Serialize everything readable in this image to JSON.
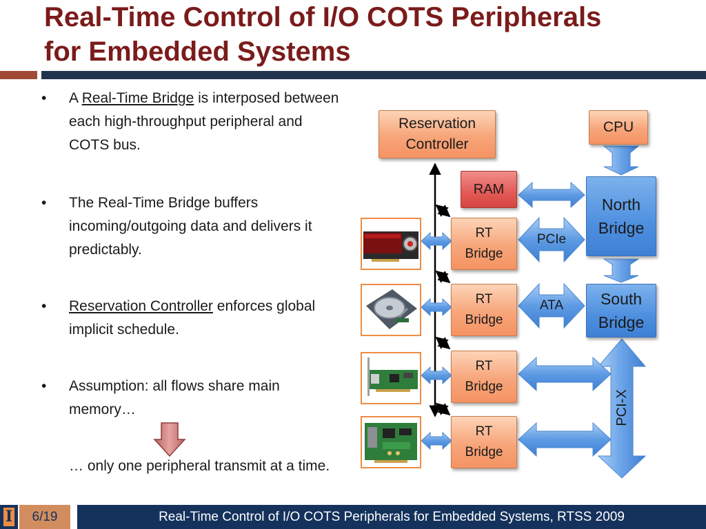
{
  "title": {
    "line1": "Real-Time Control of I/O COTS Peripherals",
    "line2": "for Embedded Systems"
  },
  "bullets": [
    {
      "pre": "A ",
      "link": "Real-Time Bridge",
      "post": " is interposed between each high-throughput peripheral and COTS bus."
    },
    {
      "text": "The Real-Time Bridge buffers incoming/outgoing data and delivers it predictably."
    },
    {
      "link": "Reservation Controller",
      "post": " enforces global implicit schedule."
    },
    {
      "text": "Assumption: all flows share main memory…"
    }
  ],
  "conclusion": "… only one peripheral transmit at a time.",
  "diagram": {
    "reservation_controller": [
      "Reservation",
      "Controller"
    ],
    "cpu": "CPU",
    "ram": "RAM",
    "north_bridge": [
      "North",
      "Bridge"
    ],
    "south_bridge": [
      "South",
      "Bridge"
    ],
    "rt_bridge": [
      "RT",
      "Bridge"
    ],
    "pcie": "PCIe",
    "ata": "ATA",
    "pcix": "PCI-X"
  },
  "icons": {
    "graphics_card": "graphics-card-icon",
    "hard_drive": "hard-drive-icon",
    "network_card": "network-card-icon",
    "io_card": "io-card-icon"
  },
  "colors": {
    "title": "#7b1b1b",
    "orange_box": "#f7a57a",
    "blue_box": "#4e8fdf",
    "red_box": "#e25a57",
    "arrow_blue": "#6aa3e8",
    "footer": "#14325c"
  },
  "footer": {
    "page": "6/19",
    "text": "Real-Time Control of I/O COTS Peripherals for Embedded Systems, RTSS 2009"
  }
}
